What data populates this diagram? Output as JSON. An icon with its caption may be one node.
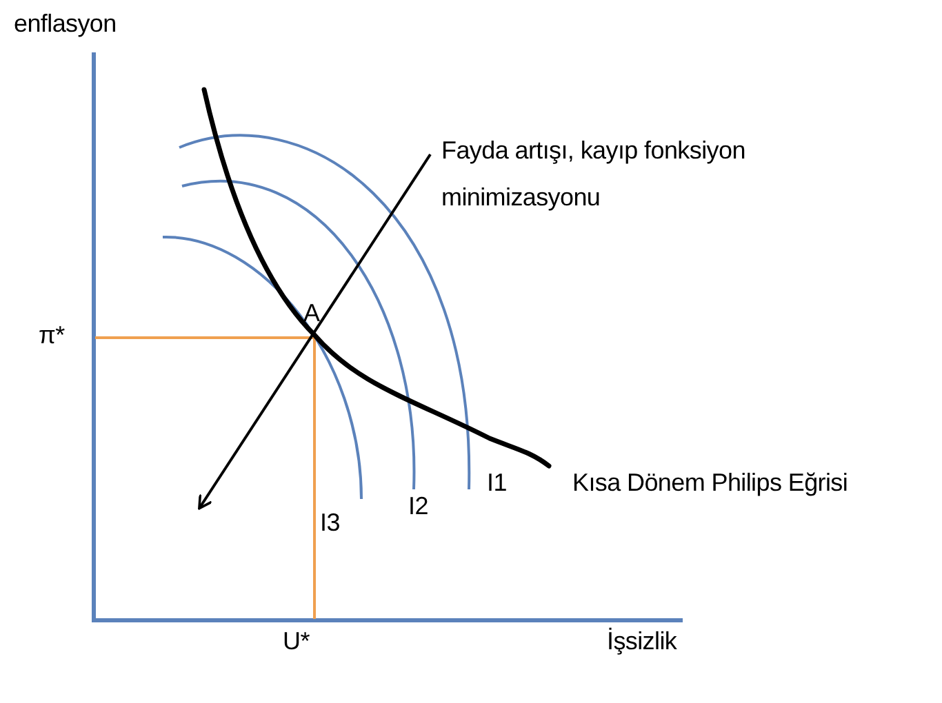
{
  "diagram": {
    "labels": [
      "enflasyon",
      "Fayda artışı, kayıp fonksiyon minimizasyonu",
      "A",
      "π*",
      "I1",
      "I2",
      "I3",
      "Kısa Dönem Philips Eğrisi",
      "U*",
      "İşsizlik"
    ]
  }
}
